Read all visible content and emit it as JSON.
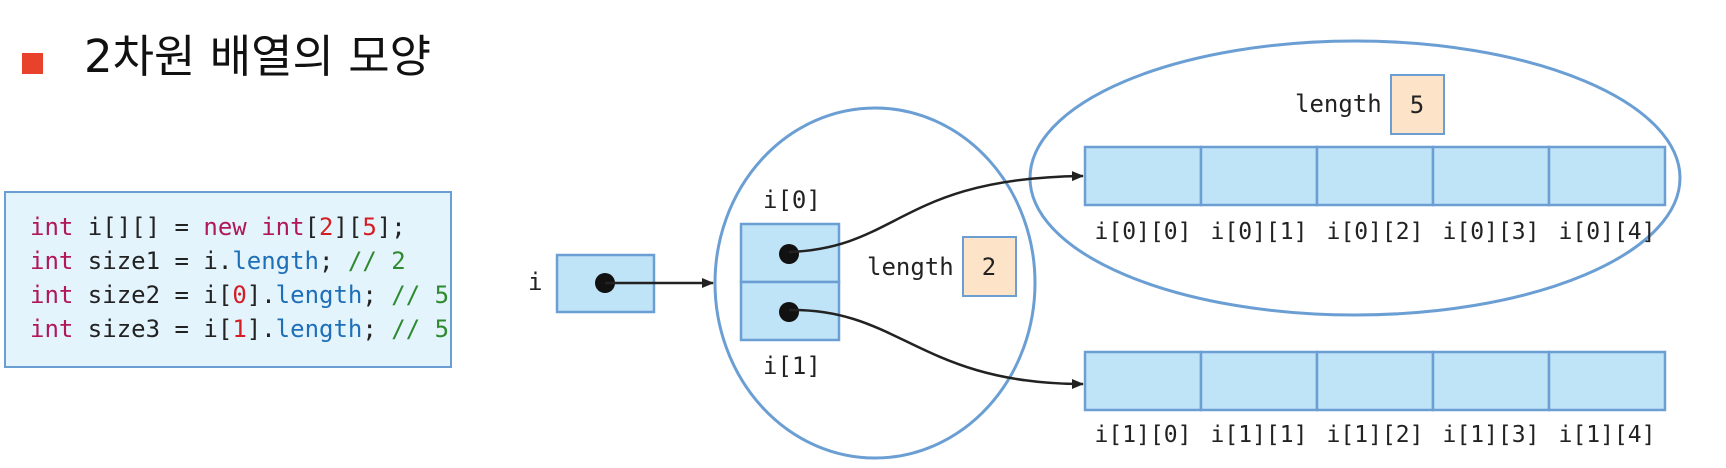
{
  "title": {
    "text": "2차원 배열의 모양",
    "bullet_color": "#e8412c"
  },
  "code": {
    "lines": [
      [
        {
          "t": "int",
          "c": "kw"
        },
        {
          "t": " i[][] = ",
          "c": ""
        },
        {
          "t": "new",
          "c": "kw"
        },
        {
          "t": " ",
          "c": ""
        },
        {
          "t": "int",
          "c": "kw"
        },
        {
          "t": "[",
          "c": ""
        },
        {
          "t": "2",
          "c": "num"
        },
        {
          "t": "][",
          "c": ""
        },
        {
          "t": "5",
          "c": "num"
        },
        {
          "t": "];",
          "c": ""
        }
      ],
      [
        {
          "t": "int",
          "c": "kw"
        },
        {
          "t": " size1 = i.",
          "c": ""
        },
        {
          "t": "length",
          "c": "prop"
        },
        {
          "t": "; ",
          "c": ""
        },
        {
          "t": "// 2",
          "c": "cmt"
        }
      ],
      [
        {
          "t": "int",
          "c": "kw"
        },
        {
          "t": " size2 = i[",
          "c": ""
        },
        {
          "t": "0",
          "c": "num"
        },
        {
          "t": "].",
          "c": ""
        },
        {
          "t": "length",
          "c": "prop"
        },
        {
          "t": "; ",
          "c": ""
        },
        {
          "t": "// 5",
          "c": "cmt"
        }
      ],
      [
        {
          "t": "int",
          "c": "kw"
        },
        {
          "t": " size3 = i[",
          "c": ""
        },
        {
          "t": "1",
          "c": "num"
        },
        {
          "t": "].",
          "c": ""
        },
        {
          "t": "length",
          "c": "prop"
        },
        {
          "t": "; ",
          "c": ""
        },
        {
          "t": "// 5",
          "c": "cmt"
        }
      ]
    ]
  },
  "diagram": {
    "var_label": "i",
    "outer_row0_label": "i[0]",
    "outer_row1_label": "i[1]",
    "outer_length_label": "length",
    "outer_length_value": "2",
    "inner_length_label": "length",
    "inner_length_value": "5",
    "row0_labels": [
      "i[0][0]",
      "i[0][1]",
      "i[0][2]",
      "i[0][3]",
      "i[0][4]"
    ],
    "row1_labels": [
      "i[1][0]",
      "i[1][1]",
      "i[1][2]",
      "i[1][3]",
      "i[1][4]"
    ]
  },
  "colors": {
    "cell_fill": "#bfe3f7",
    "cell_stroke": "#6b9fd4",
    "ellipse_stroke": "#6b9fd4",
    "length_fill": "#fde3c8",
    "arrow": "#222222"
  }
}
